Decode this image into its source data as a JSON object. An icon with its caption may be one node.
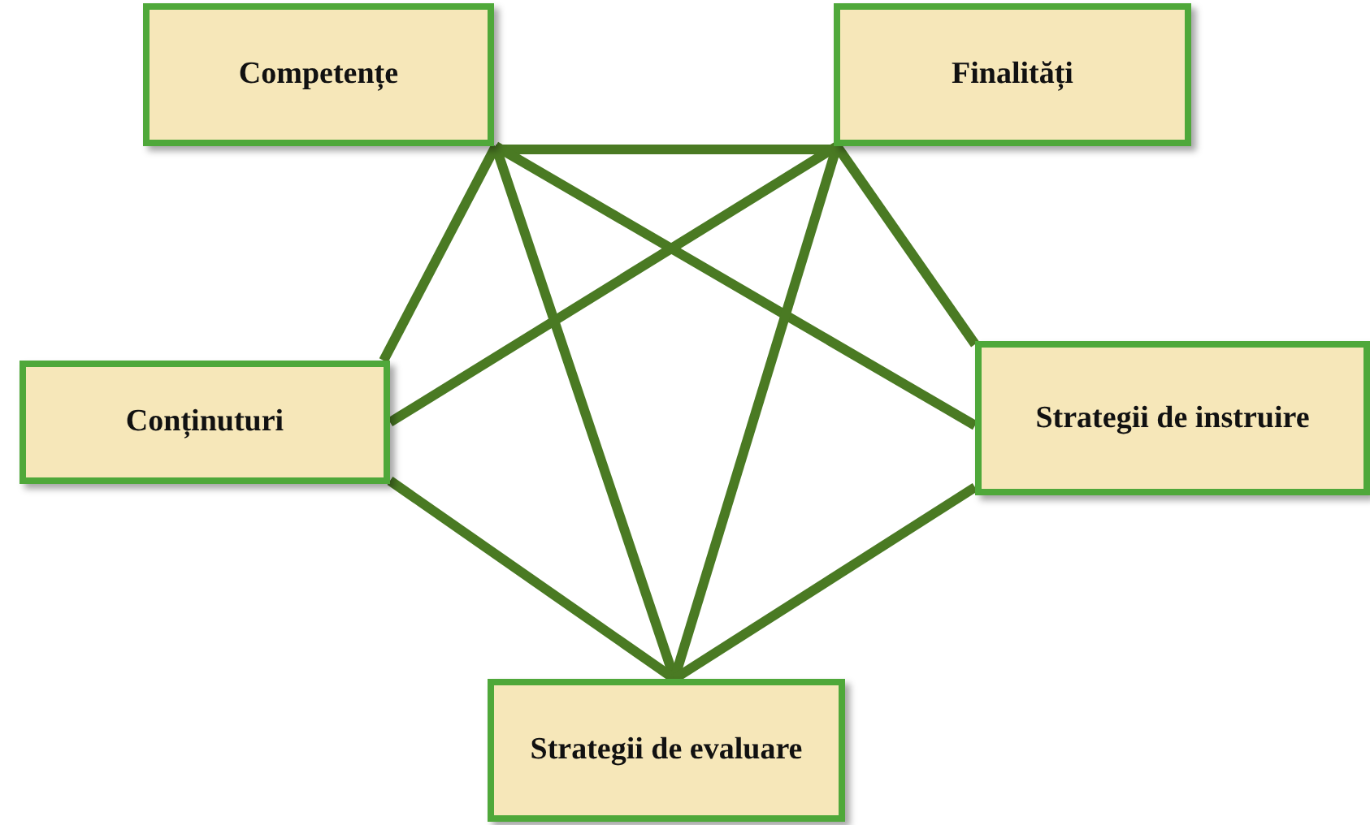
{
  "diagram": {
    "nodes": [
      {
        "text": [
          "Competențe"
        ]
      },
      {
        "text": [
          "Finalități"
        ]
      },
      {
        "text": [
          "Conținuturi"
        ]
      },
      {
        "text": [
          "Strategii de instruire"
        ]
      },
      {
        "text": [
          "Strategii de evaluare"
        ]
      }
    ],
    "edges": [
      {
        "from": 0,
        "to": 1,
        "arrow": "none"
      },
      {
        "from": 0,
        "to": 2,
        "arrow": "none"
      },
      {
        "from": 0,
        "to": 3,
        "arrow": "none"
      },
      {
        "from": 0,
        "to": 4,
        "arrow": "none"
      },
      {
        "from": 1,
        "to": 2,
        "arrow": "none"
      },
      {
        "from": 1,
        "to": 3,
        "arrow": "none"
      },
      {
        "from": 1,
        "to": 4,
        "arrow": "none"
      },
      {
        "from": 2,
        "to": 4,
        "arrow": "none"
      },
      {
        "from": 3,
        "to": 4,
        "arrow": "none"
      }
    ]
  }
}
